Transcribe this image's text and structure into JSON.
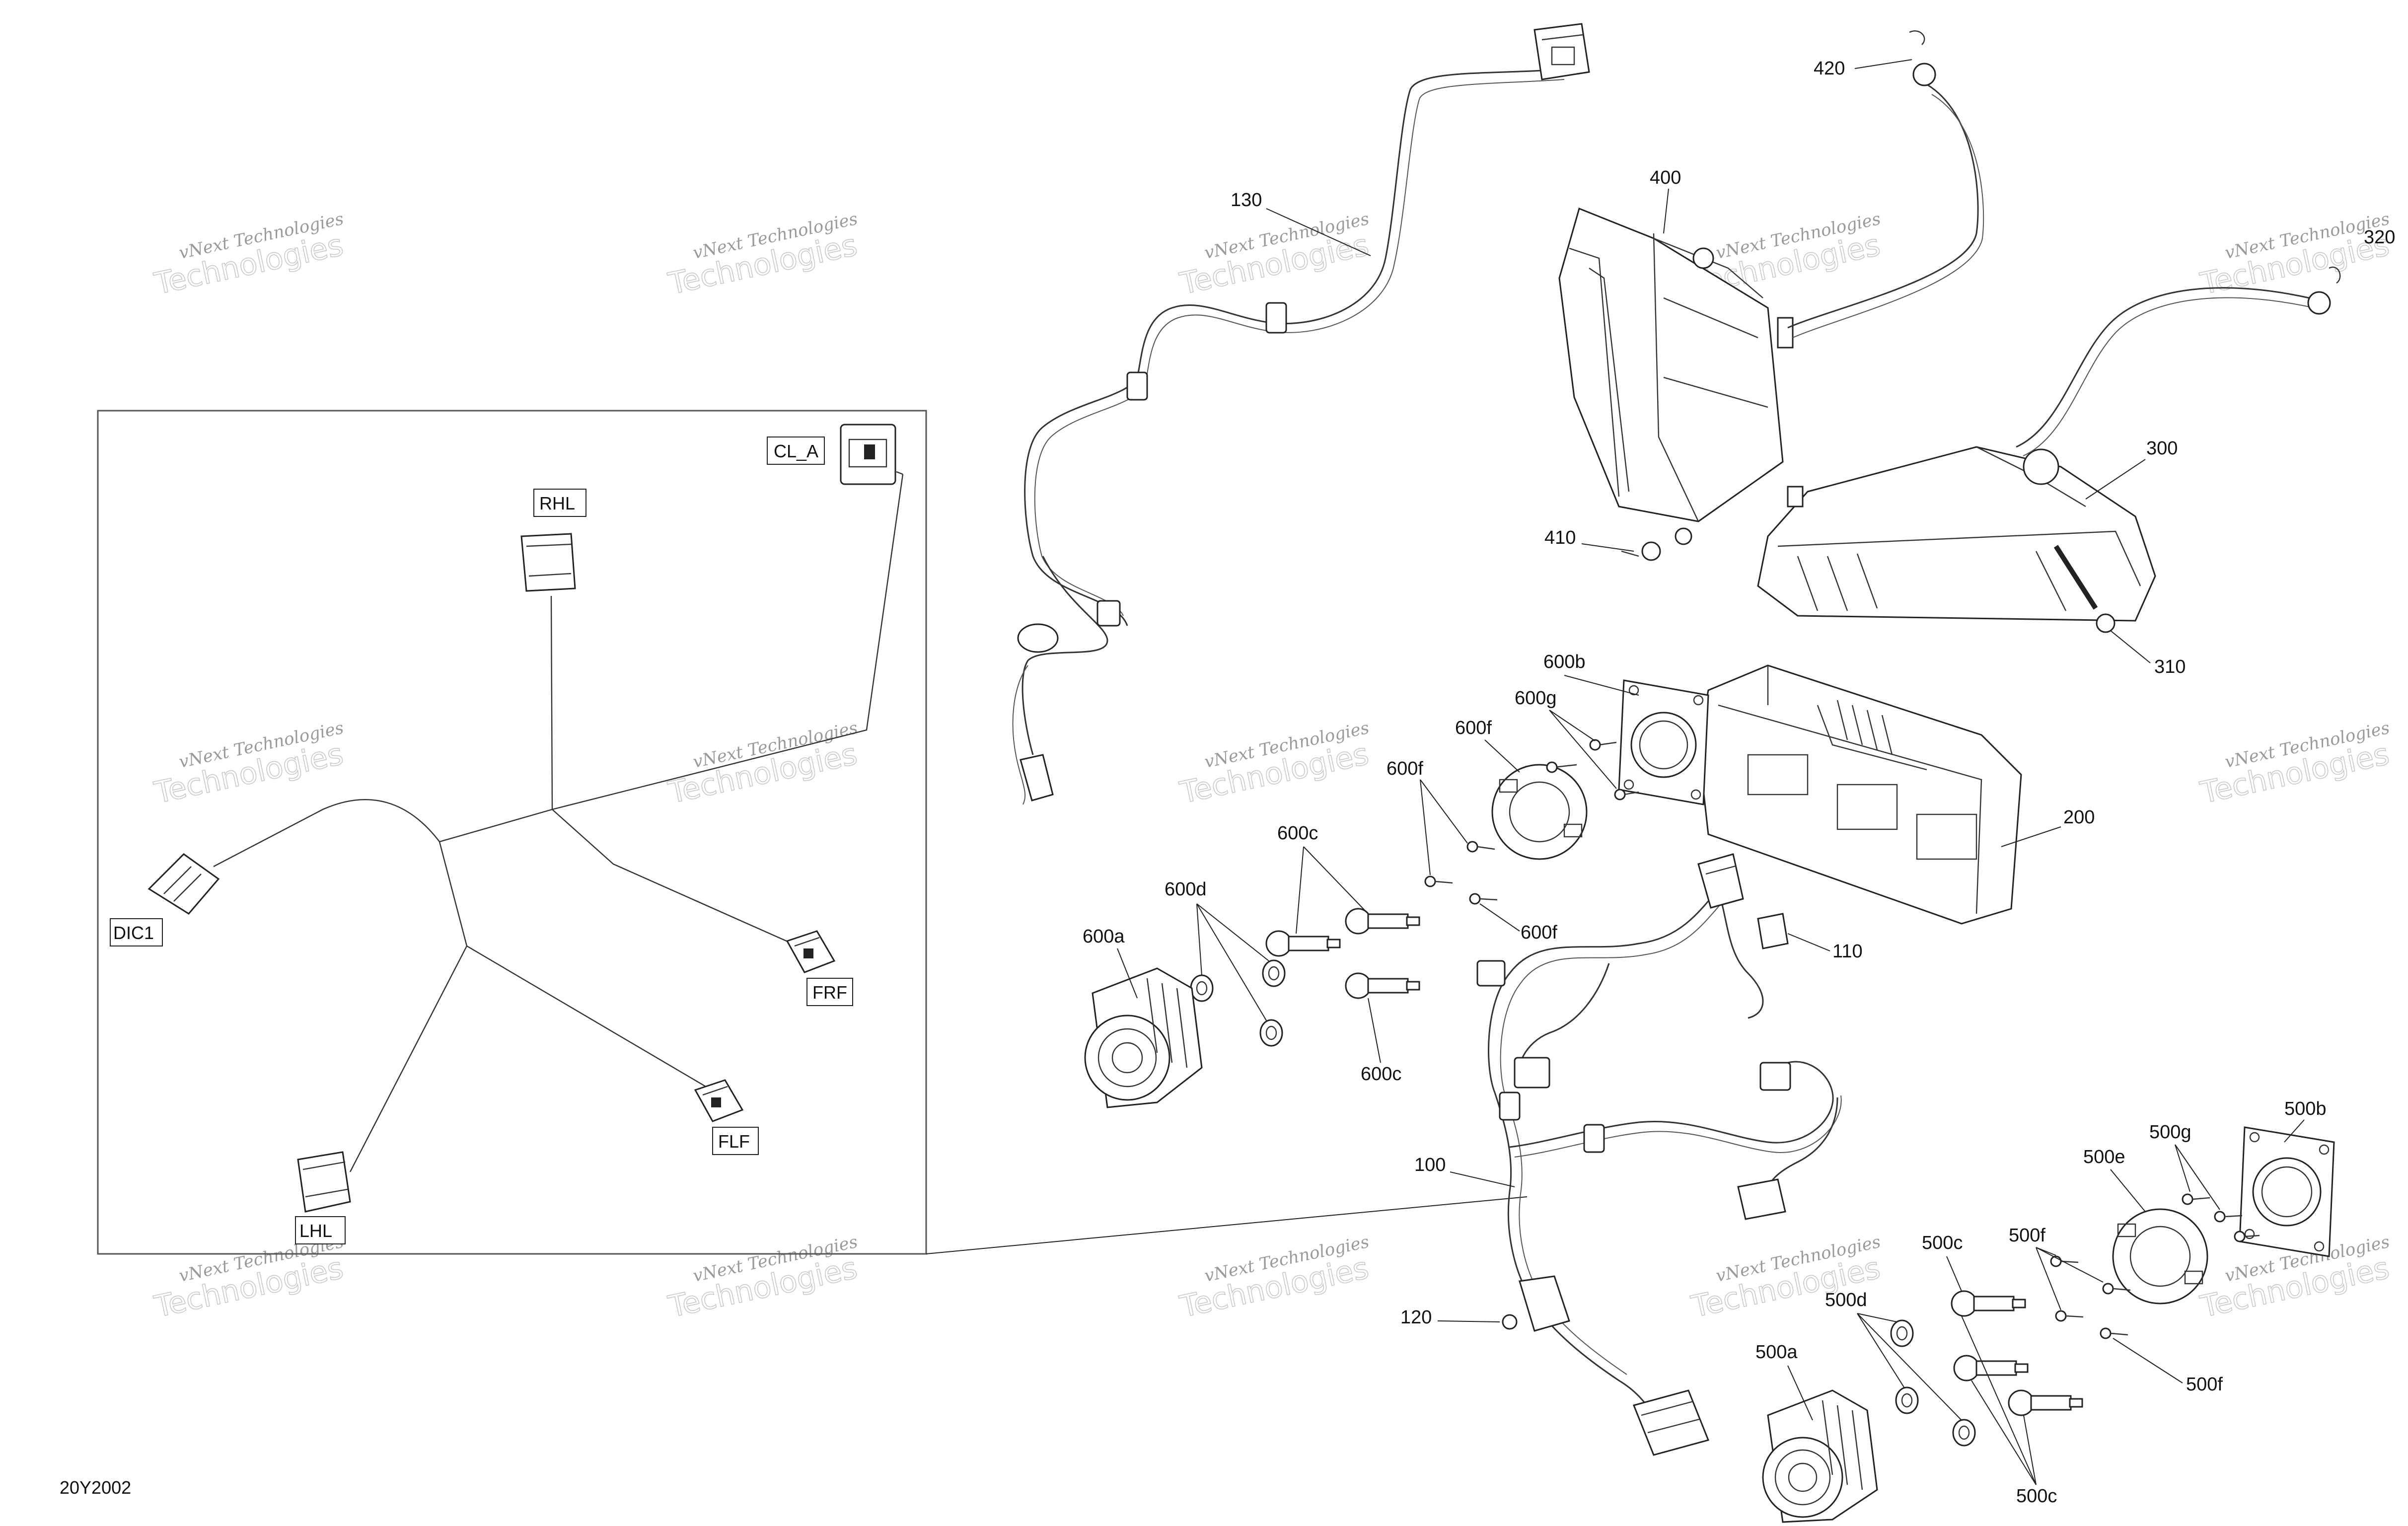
{
  "diagram_code": "20Y2002",
  "watermark": {
    "line1": "vNext Technologies",
    "line2": "Technologies"
  },
  "inset_labels": {
    "cl_a": "CL_A",
    "rhl": "RHL",
    "dic1": "DIC1",
    "frf": "FRF",
    "flf": "FLF",
    "lhl": "LHL"
  },
  "callouts": {
    "p130": "130",
    "p420": "420",
    "p400": "400",
    "p320": "320",
    "p300": "300",
    "p410": "410",
    "p310": "310",
    "p600b": "600b",
    "p600g": "600g",
    "p600f_a": "600f",
    "p600f_b": "600f",
    "p600f_c": "600f",
    "p600c_a": "600c",
    "p600c_b": "600c",
    "p600d": "600d",
    "p600a": "600a",
    "p200": "200",
    "p110": "110",
    "p100": "100",
    "p120": "120",
    "p500b": "500b",
    "p500g": "500g",
    "p500e": "500e",
    "p500f_a": "500f",
    "p500f_b": "500f",
    "p500c_a": "500c",
    "p500c_b": "500c",
    "p500d": "500d",
    "p500a": "500a"
  }
}
